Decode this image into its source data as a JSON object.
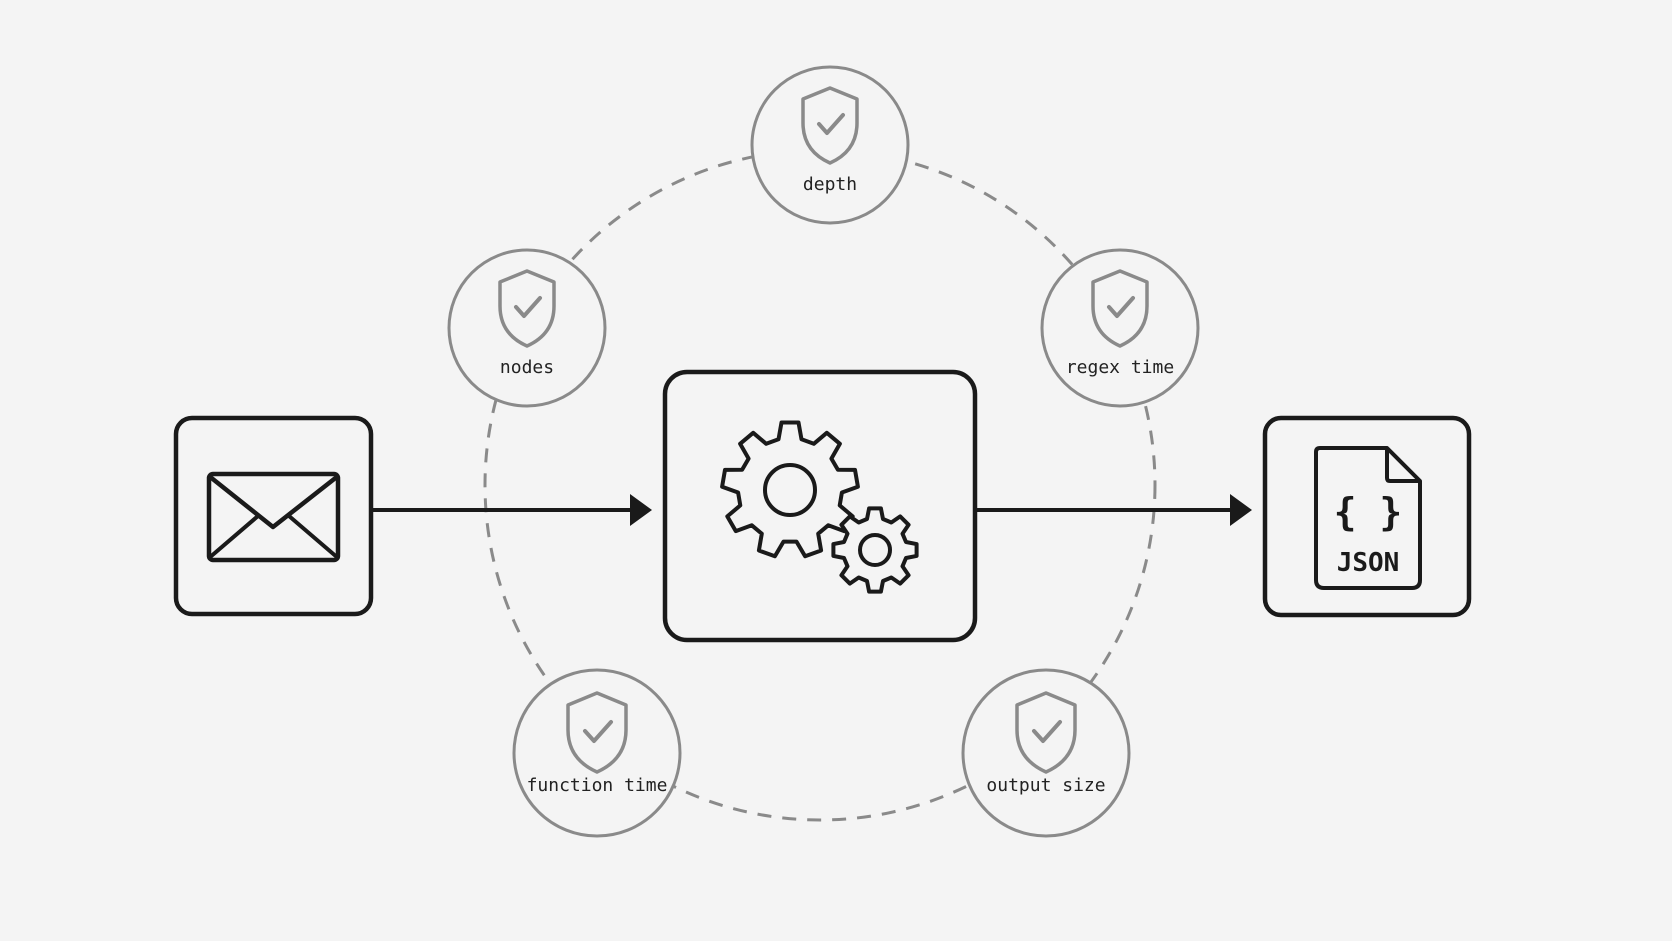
{
  "colors": {
    "background": "#f4f4f4",
    "stroke_main": "#1a1a1a",
    "stroke_guard": "#8a8a8a",
    "dashed_ring": "#8a8a8a",
    "label_text": "#222222"
  },
  "nodes": {
    "input": {
      "icon": "envelope-icon"
    },
    "processor": {
      "icon": "gears-icon"
    },
    "output": {
      "icon": "json-file-icon",
      "braces": "{ }",
      "label": "JSON"
    }
  },
  "guards": [
    {
      "icon": "shield-check-icon",
      "label": "depth"
    },
    {
      "icon": "shield-check-icon",
      "label": "regex time"
    },
    {
      "icon": "shield-check-icon",
      "label": "output size"
    },
    {
      "icon": "shield-check-icon",
      "label": "function time"
    },
    {
      "icon": "shield-check-icon",
      "label": "nodes"
    }
  ]
}
